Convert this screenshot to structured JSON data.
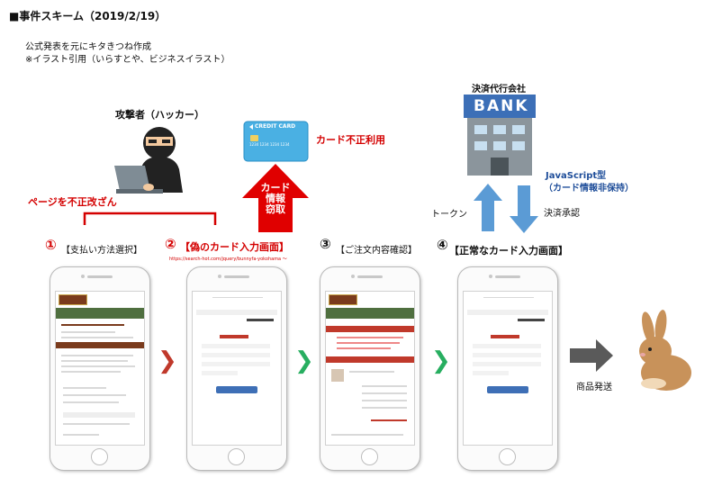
{
  "header": {
    "title": "■事件スキーム（2019/2/19）",
    "note1": "公式発表を元にキタきつね作成",
    "note2": "※イラスト引用（いらすとや、ビジネスイラスト）"
  },
  "actors": {
    "hacker": "攻撃者（ハッカー）",
    "payment_agent": "決済代行会社",
    "bank_sign": "BANK",
    "credit_card_text": "CREDIT CARD",
    "card_numbers": "1234 1234 1234 1234"
  },
  "annotations": {
    "tamper": "ページを不正改ざん",
    "card_fraud": "カード不正利用",
    "steal_line1": "カード",
    "steal_line2": "情報",
    "steal_line3": "窃取",
    "js_type_line1": "JavaScript型",
    "js_type_line2": "（カード情報非保持）",
    "token": "トークン",
    "approval": "決済承認",
    "shipping": "商品発送"
  },
  "steps": [
    {
      "num": "①",
      "label": "【支払い方法選択】"
    },
    {
      "num": "②",
      "label": "【偽のカード入力画面】",
      "url": "https://search-hot.com/jquery/bunnyfa-yokohama ～"
    },
    {
      "num": "③",
      "label": "【ご注文内容確認】"
    },
    {
      "num": "④",
      "label": "【正常なカード入力画面】"
    }
  ],
  "colors": {
    "red": "#d40000",
    "blue": "#1f4e9a",
    "arrow_blue": "#5b9bd5",
    "chevron_red": "#c0392b",
    "chevron_green": "#27ae60",
    "gray_arrow": "#5a5a5a"
  }
}
